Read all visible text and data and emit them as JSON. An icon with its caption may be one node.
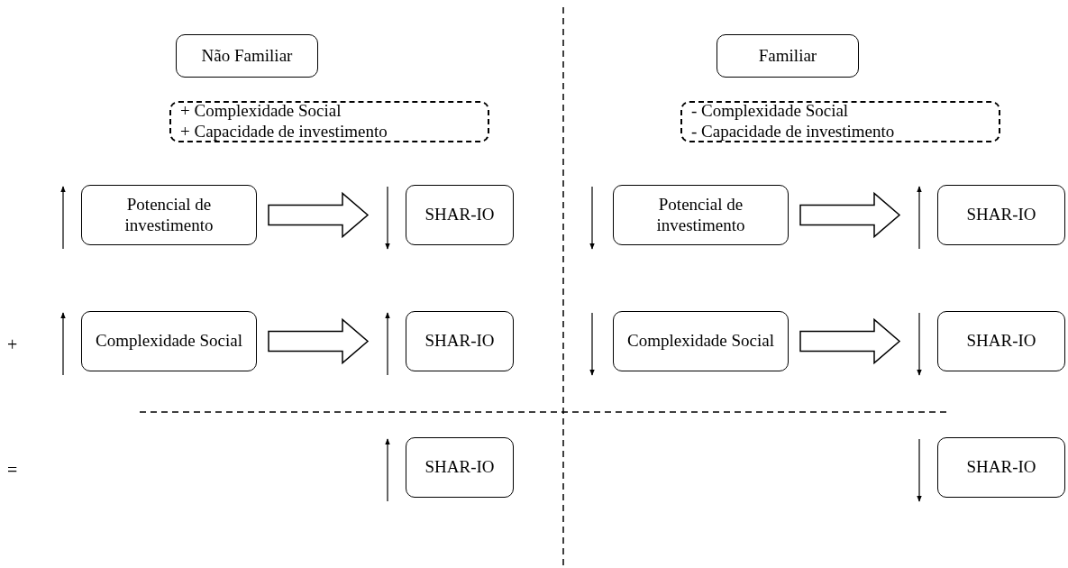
{
  "diagram": {
    "nodes": [
      {
        "text": [
          "Não Familiar"
        ]
      },
      {
        "text": [
          "+ Complexidade Social",
          "+ Capacidade de investimento"
        ]
      },
      {
        "text": [
          "Familiar"
        ]
      },
      {
        "text": [
          "- Complexidade Social",
          "- Capacidade de investimento"
        ]
      },
      {
        "text": [
          "Potencial de investimento"
        ]
      },
      {
        "text": [
          "SHAR-IO"
        ]
      },
      {
        "text": [
          "Potencial de investimento"
        ]
      },
      {
        "text": [
          "SHAR-IO"
        ]
      },
      {
        "text": [
          "Complexidade Social"
        ]
      },
      {
        "text": [
          "SHAR-IO"
        ]
      },
      {
        "text": [
          "Complexidade Social"
        ]
      },
      {
        "text": [
          "SHAR-IO"
        ]
      },
      {
        "text": [
          "SHAR-IO"
        ]
      },
      {
        "text": [
          "SHAR-IO"
        ]
      }
    ],
    "edges": [
      {
        "from": 4,
        "to": 5,
        "arrow": "to"
      },
      {
        "from": 6,
        "to": 7,
        "arrow": "to"
      },
      {
        "from": 8,
        "to": 9,
        "arrow": "to"
      },
      {
        "from": 10,
        "to": 11,
        "arrow": "to"
      }
    ],
    "labels": [
      "+",
      "="
    ]
  }
}
